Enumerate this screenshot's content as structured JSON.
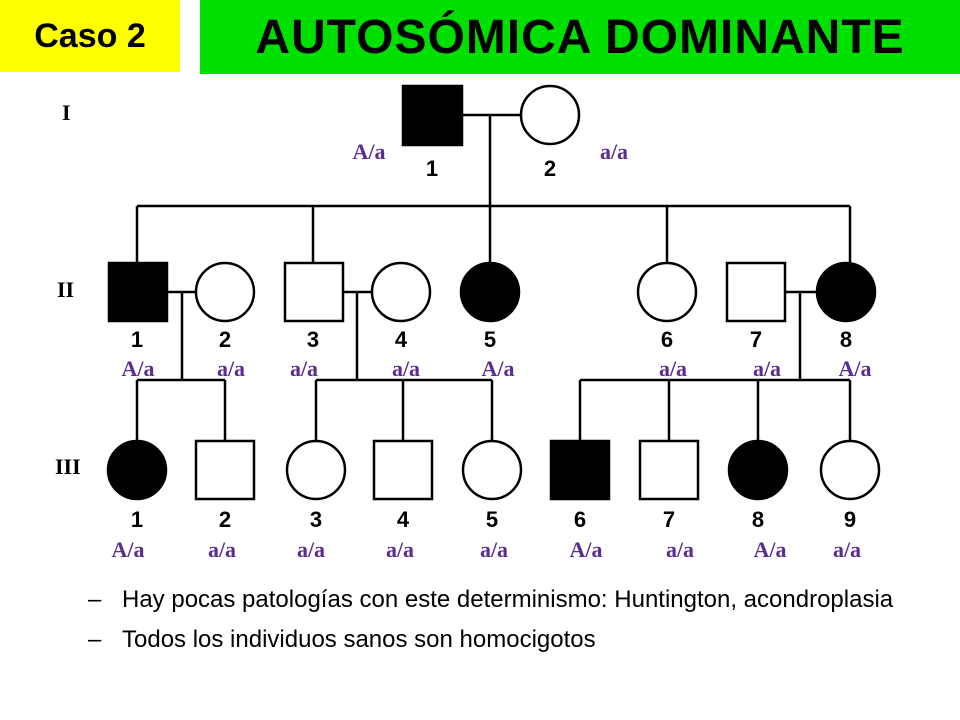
{
  "header": {
    "case_label": "Caso 2",
    "title": "AUTOSÓMICA DOMINANTE",
    "case_color": "#ffff00",
    "title_color": "#00e000"
  },
  "pedigree": {
    "genotype_color": "#5a2d91",
    "generations": [
      "I",
      "II",
      "III"
    ],
    "gen1": [
      {
        "num": "1",
        "sex": "male",
        "affected": true,
        "genotype": "A/a"
      },
      {
        "num": "2",
        "sex": "female",
        "affected": false,
        "genotype": "a/a"
      }
    ],
    "gen2": [
      {
        "num": "1",
        "sex": "male",
        "affected": true,
        "genotype": "A/a"
      },
      {
        "num": "2",
        "sex": "female",
        "affected": false,
        "genotype": "a/a"
      },
      {
        "num": "3",
        "sex": "male",
        "affected": false,
        "genotype": "a/a"
      },
      {
        "num": "4",
        "sex": "female",
        "affected": false,
        "genotype": "a/a"
      },
      {
        "num": "5",
        "sex": "female",
        "affected": true,
        "genotype": "A/a"
      },
      {
        "num": "6",
        "sex": "female",
        "affected": false,
        "genotype": "a/a"
      },
      {
        "num": "7",
        "sex": "male",
        "affected": false,
        "genotype": "a/a"
      },
      {
        "num": "8",
        "sex": "female",
        "affected": true,
        "genotype": "A/a"
      }
    ],
    "gen3": [
      {
        "num": "1",
        "sex": "female",
        "affected": true,
        "genotype": "A/a"
      },
      {
        "num": "2",
        "sex": "male",
        "affected": false,
        "genotype": "a/a"
      },
      {
        "num": "3",
        "sex": "female",
        "affected": false,
        "genotype": "a/a"
      },
      {
        "num": "4",
        "sex": "male",
        "affected": false,
        "genotype": "a/a"
      },
      {
        "num": "5",
        "sex": "female",
        "affected": false,
        "genotype": "a/a"
      },
      {
        "num": "6",
        "sex": "male",
        "affected": true,
        "genotype": "A/a"
      },
      {
        "num": "7",
        "sex": "male",
        "affected": false,
        "genotype": "a/a"
      },
      {
        "num": "8",
        "sex": "female",
        "affected": true,
        "genotype": "A/a"
      },
      {
        "num": "9",
        "sex": "female",
        "affected": false,
        "genotype": "a/a"
      }
    ]
  },
  "bullets": [
    {
      "dash": "–",
      "text": "Hay pocas patologías con este determinismo: Huntington, acondroplasia"
    },
    {
      "dash": "–",
      "text": "Todos los individuos sanos son homocigotos"
    }
  ]
}
